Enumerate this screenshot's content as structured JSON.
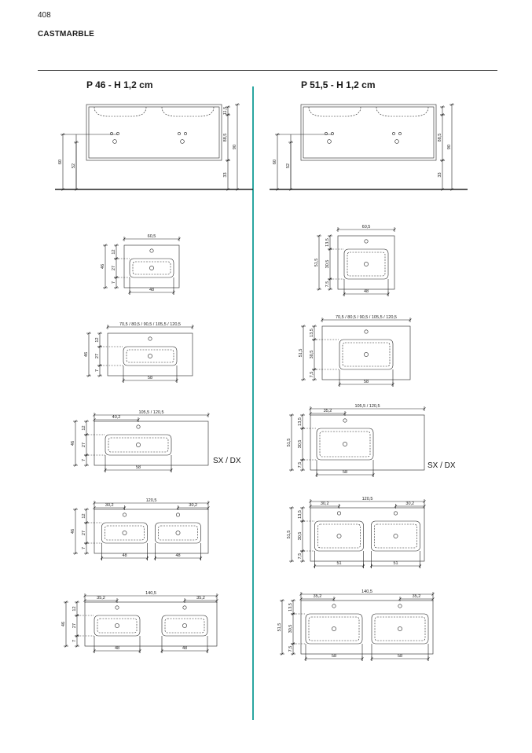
{
  "page": {
    "number": "408",
    "brand": "CASTMARBLE"
  },
  "left": {
    "heading": "P 46 - H 1,2 cm",
    "cabinet": {
      "top": "11,5",
      "total_a": "88,5",
      "total_b": "90",
      "floor": "33",
      "h60": "60",
      "h52": "52"
    },
    "sinks": [
      {
        "width": "60,5",
        "d_top": "12",
        "d_mid": "27",
        "d_bot": "7",
        "depth": "46",
        "bowl": "48"
      },
      {
        "width": "70,5 / 80,5 / 90,5 / 105,5 / 120,5",
        "d_top": "12",
        "d_mid": "27",
        "d_bot": "7",
        "depth": "46",
        "bowl": "58"
      },
      {
        "width": "105,5 / 120,5",
        "offset": "40,2",
        "d_top": "12",
        "d_mid": "27",
        "d_bot": "7",
        "depth": "46",
        "bowl": "58",
        "tag": "SX / DX"
      },
      {
        "width": "120,5",
        "offset_l": "30,2",
        "offset_r": "30,2",
        "d_top": "12",
        "d_mid": "27",
        "d_bot": "7",
        "depth": "46",
        "bowl_l": "48",
        "bowl_r": "48"
      },
      {
        "width": "140,5",
        "offset_l": "35,2",
        "offset_r": "35,2",
        "d_top": "12",
        "d_mid": "27",
        "d_bot": "7",
        "depth": "46",
        "bowl_l": "48",
        "bowl_r": "48"
      }
    ]
  },
  "right": {
    "heading": "P 51,5 - H 1,2 cm",
    "cabinet": {
      "top": "",
      "total_a": "88,5",
      "total_b": "90",
      "floor": "33",
      "h60": "60",
      "h52": "52"
    },
    "sinks": [
      {
        "width": "60,5",
        "d_top": "13,5",
        "d_mid": "30,5",
        "d_bot": "7,5",
        "depth": "51,5",
        "bowl": "48"
      },
      {
        "width": "70,5 / 80,5 / 90,5 / 105,5 / 120,5",
        "d_top": "13,5",
        "d_mid": "30,5",
        "d_bot": "7,5",
        "depth": "51,5",
        "bowl": "58"
      },
      {
        "width": "105,5 / 120,5",
        "offset": "35,2",
        "d_top": "13,5",
        "d_mid": "30,5",
        "d_bot": "7,5",
        "depth": "51,5",
        "bowl": "58",
        "tag": "SX / DX"
      },
      {
        "width": "120,5",
        "offset_l": "30,2",
        "offset_r": "30,2",
        "d_top": "13,5",
        "d_mid": "30,5",
        "d_bot": "7,5",
        "depth": "51,5",
        "bowl_l": "51",
        "bowl_r": "51"
      },
      {
        "width": "140,5",
        "offset_l": "35,2",
        "offset_r": "35,2",
        "d_top": "13,5",
        "d_mid": "30,5",
        "d_bot": "7,5",
        "depth": "51,5",
        "bowl_l": "58",
        "bowl_r": "58"
      }
    ]
  }
}
